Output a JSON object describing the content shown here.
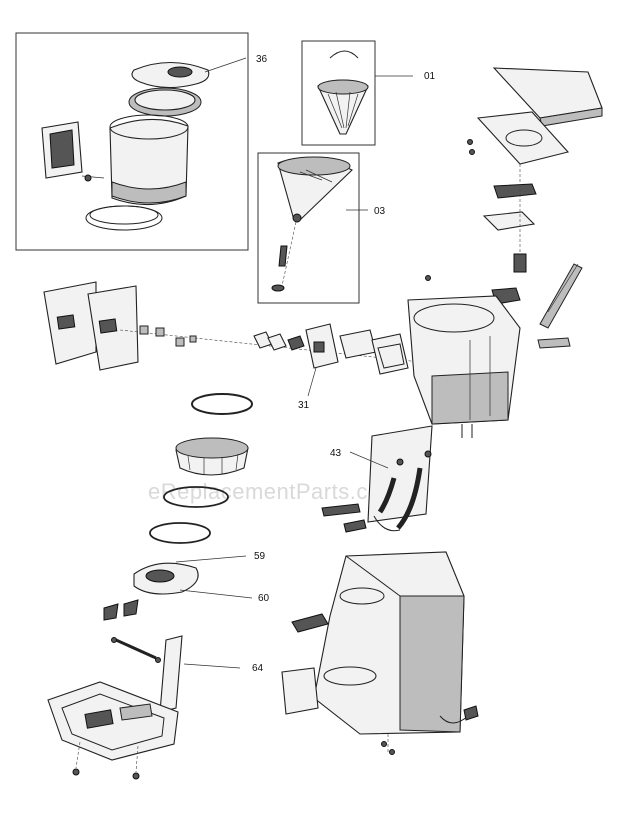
{
  "watermark": "eReplacementParts.com",
  "callouts": {
    "c36": "36",
    "c01": "01",
    "c03": "03",
    "c31": "31",
    "c43": "43",
    "c59": "59",
    "c60": "60",
    "c64": "64"
  }
}
